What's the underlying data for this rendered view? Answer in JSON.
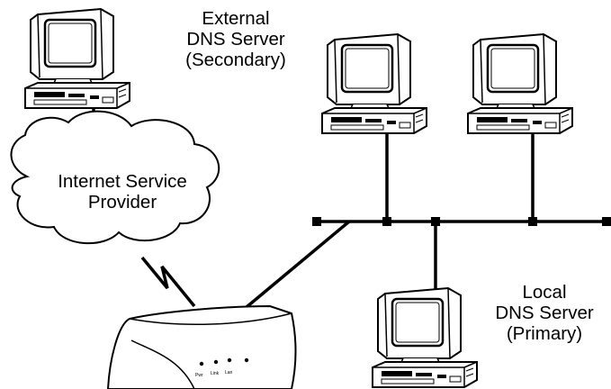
{
  "labels": {
    "external_dns": {
      "line1": "External",
      "line2": "DNS Server",
      "line3": "(Secondary)"
    },
    "isp": {
      "line1": "Internet Service",
      "line2": "Provider"
    },
    "local_dns": {
      "line1": "Local",
      "line2": "DNS Server",
      "line3": "(Primary)"
    }
  },
  "router_leds": [
    "Pwr",
    "Link",
    "Lan",
    ""
  ],
  "colors": {
    "stroke": "#000000",
    "fill": "#ffffff",
    "screen": "#ffffff"
  },
  "icons": [
    "computer-icon",
    "cloud-icon",
    "router-icon"
  ]
}
